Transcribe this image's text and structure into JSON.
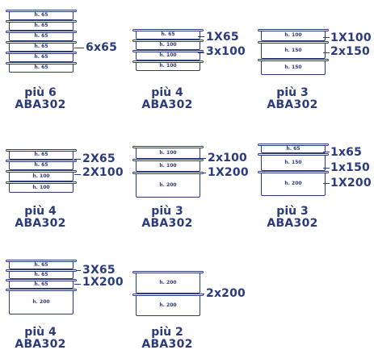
{
  "combos": [
    {
      "boxes": [
        "h. 65",
        "h. 65",
        "h. 65",
        "h. 65",
        "h. 65",
        "h. 65"
      ],
      "spec": [
        "6x65"
      ],
      "caption": {
        "qty": "più 6",
        "code": "ABA302"
      }
    },
    {
      "boxes": [
        "h. 65",
        "h. 100",
        "h. 100",
        "h. 100"
      ],
      "spec": [
        "1X65",
        "3x100"
      ],
      "caption": {
        "qty": "più 4",
        "code": "ABA302"
      }
    },
    {
      "boxes": [
        "h. 100",
        "h. 150",
        "h. 150"
      ],
      "spec": [
        "1X100",
        "2x150"
      ],
      "caption": {
        "qty": "più 3",
        "code": "ABA302"
      }
    },
    {
      "boxes": [
        "h. 65",
        "h. 65",
        "h. 100",
        "h. 100"
      ],
      "spec": [
        "2X65",
        "2X100"
      ],
      "caption": {
        "qty": "più 4",
        "code": "ABA302"
      }
    },
    {
      "boxes": [
        "h. 100",
        "h. 100",
        "h. 200"
      ],
      "spec": [
        "2x100",
        "1X200"
      ],
      "caption": {
        "qty": "più 3",
        "code": "ABA302"
      }
    },
    {
      "boxes": [
        "h. 65",
        "h. 150",
        "h. 200"
      ],
      "spec": [
        "1x65",
        "1x150",
        "1X200"
      ],
      "caption": {
        "qty": "più 3",
        "code": "ABA302"
      }
    },
    {
      "boxes": [
        "h. 65",
        "h. 65",
        "h. 65",
        "h. 200"
      ],
      "spec": [
        "3X65",
        "1X200"
      ],
      "caption": {
        "qty": "più 4",
        "code": "ABA302"
      }
    },
    {
      "boxes": [
        "h. 200",
        "h. 200"
      ],
      "spec": [
        "2x200"
      ],
      "caption": {
        "qty": "più 2",
        "code": "ABA302"
      }
    }
  ],
  "colors": {
    "ink": "#2b3a7a",
    "background": "#ffffff"
  }
}
